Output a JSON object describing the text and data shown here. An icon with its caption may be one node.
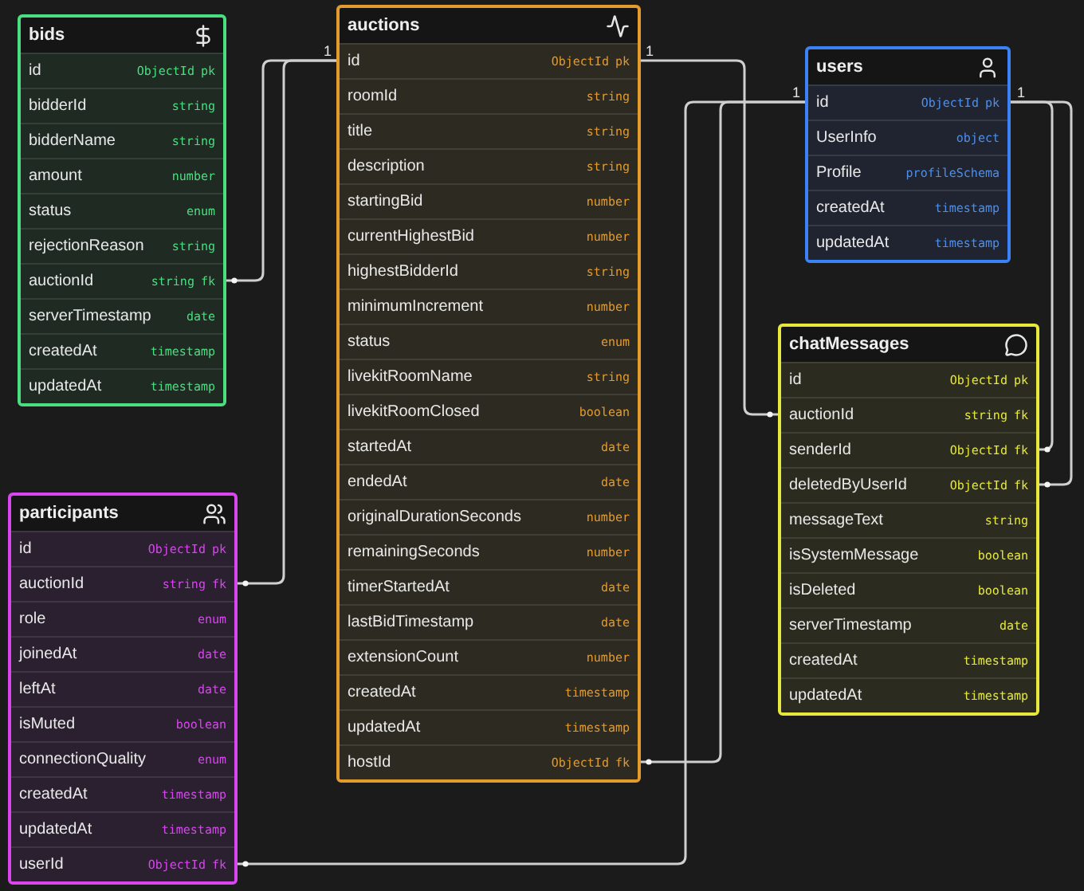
{
  "diagram": {
    "nodes": [
      {
        "text": [
          "bids"
        ]
      },
      {
        "text": [
          "id",
          "ObjectId",
          "pk"
        ],
        "in": 0
      },
      {
        "text": [
          "bidderId",
          "string"
        ],
        "in": 0
      },
      {
        "text": [
          "bidderName",
          "string"
        ],
        "in": 0
      },
      {
        "text": [
          "amount",
          "number"
        ],
        "in": 0
      },
      {
        "text": [
          "status",
          "enum"
        ],
        "in": 0
      },
      {
        "text": [
          "rejectionReason",
          "string"
        ],
        "in": 0
      },
      {
        "text": [
          "auctionId",
          "string",
          "fk"
        ],
        "in": 0
      },
      {
        "text": [
          "serverTimestamp",
          "date"
        ],
        "in": 0
      },
      {
        "text": [
          "createdAt",
          "timestamp"
        ],
        "in": 0
      },
      {
        "text": [
          "updatedAt",
          "timestamp"
        ],
        "in": 0
      },
      {
        "text": [
          "auctions"
        ]
      },
      {
        "text": [
          "id",
          "ObjectId",
          "pk"
        ],
        "in": 11
      },
      {
        "text": [
          "roomId",
          "string"
        ],
        "in": 11
      },
      {
        "text": [
          "title",
          "string"
        ],
        "in": 11
      },
      {
        "text": [
          "description",
          "string"
        ],
        "in": 11
      },
      {
        "text": [
          "startingBid",
          "number"
        ],
        "in": 11
      },
      {
        "text": [
          "currentHighestBid",
          "number"
        ],
        "in": 11
      },
      {
        "text": [
          "highestBidderId",
          "string"
        ],
        "in": 11
      },
      {
        "text": [
          "minimumIncrement",
          "number"
        ],
        "in": 11
      },
      {
        "text": [
          "status",
          "enum"
        ],
        "in": 11
      },
      {
        "text": [
          "livekitRoomName",
          "string"
        ],
        "in": 11
      },
      {
        "text": [
          "livekitRoomClosed",
          "boolean"
        ],
        "in": 11
      },
      {
        "text": [
          "startedAt",
          "date"
        ],
        "in": 11
      },
      {
        "text": [
          "endedAt",
          "date"
        ],
        "in": 11
      },
      {
        "text": [
          "originalDurationSeconds",
          "number"
        ],
        "in": 11
      },
      {
        "text": [
          "remainingSeconds",
          "number"
        ],
        "in": 11
      },
      {
        "text": [
          "timerStartedAt",
          "date"
        ],
        "in": 11
      },
      {
        "text": [
          "lastBidTimestamp",
          "date"
        ],
        "in": 11
      },
      {
        "text": [
          "extensionCount",
          "number"
        ],
        "in": 11
      },
      {
        "text": [
          "createdAt",
          "timestamp"
        ],
        "in": 11
      },
      {
        "text": [
          "updatedAt",
          "timestamp"
        ],
        "in": 11
      },
      {
        "text": [
          "hostId",
          "ObjectId",
          "fk"
        ],
        "in": 11
      },
      {
        "text": [
          "users"
        ]
      },
      {
        "text": [
          "id",
          "ObjectId",
          "pk"
        ],
        "in": 33
      },
      {
        "text": [
          "UserInfo",
          "object"
        ],
        "in": 33
      },
      {
        "text": [
          "Profile",
          "profileSchema"
        ],
        "in": 33
      },
      {
        "text": [
          "createdAt",
          "timestamp"
        ],
        "in": 33
      },
      {
        "text": [
          "updatedAt",
          "timestamp"
        ],
        "in": 33
      },
      {
        "text": [
          "chatMessages"
        ]
      },
      {
        "text": [
          "id",
          "ObjectId",
          "pk"
        ],
        "in": 39
      },
      {
        "text": [
          "auctionId",
          "string",
          "fk"
        ],
        "in": 39
      },
      {
        "text": [
          "senderId",
          "ObjectId",
          "fk"
        ],
        "in": 39
      },
      {
        "text": [
          "deletedByUserId",
          "ObjectId",
          "fk"
        ],
        "in": 39
      },
      {
        "text": [
          "messageText",
          "string"
        ],
        "in": 39
      },
      {
        "text": [
          "isSystemMessage",
          "boolean"
        ],
        "in": 39
      },
      {
        "text": [
          "isDeleted",
          "boolean"
        ],
        "in": 39
      },
      {
        "text": [
          "serverTimestamp",
          "date"
        ],
        "in": 39
      },
      {
        "text": [
          "createdAt",
          "timestamp"
        ],
        "in": 39
      },
      {
        "text": [
          "updatedAt",
          "timestamp"
        ],
        "in": 39
      },
      {
        "text": [
          "participants"
        ]
      },
      {
        "text": [
          "id",
          "ObjectId",
          "pk"
        ],
        "in": 50
      },
      {
        "text": [
          "auctionId",
          "string",
          "fk"
        ],
        "in": 50
      },
      {
        "text": [
          "role",
          "enum"
        ],
        "in": 50
      },
      {
        "text": [
          "joinedAt",
          "date"
        ],
        "in": 50
      },
      {
        "text": [
          "leftAt",
          "date"
        ],
        "in": 50
      },
      {
        "text": [
          "isMuted",
          "boolean"
        ],
        "in": 50
      },
      {
        "text": [
          "connectionQuality",
          "enum"
        ],
        "in": 50
      },
      {
        "text": [
          "createdAt",
          "timestamp"
        ],
        "in": 50
      },
      {
        "text": [
          "updatedAt",
          "timestamp"
        ],
        "in": 50
      },
      {
        "text": [
          "userId",
          "ObjectId",
          "fk"
        ],
        "in": 50
      }
    ],
    "edges": [
      {
        "from": 12,
        "to": 7,
        "arrow": "other"
      },
      {
        "from": 12,
        "to": 52,
        "arrow": "other"
      },
      {
        "from": 12,
        "to": 41,
        "arrow": "other"
      },
      {
        "from": 34,
        "to": 32,
        "arrow": "other"
      },
      {
        "from": 34,
        "to": 60,
        "arrow": "other"
      },
      {
        "from": 34,
        "to": 42,
        "arrow": "other"
      },
      {
        "from": 34,
        "to": 43,
        "arrow": "other"
      }
    ],
    "labels": [
      "1",
      "1",
      "1",
      "1"
    ]
  }
}
